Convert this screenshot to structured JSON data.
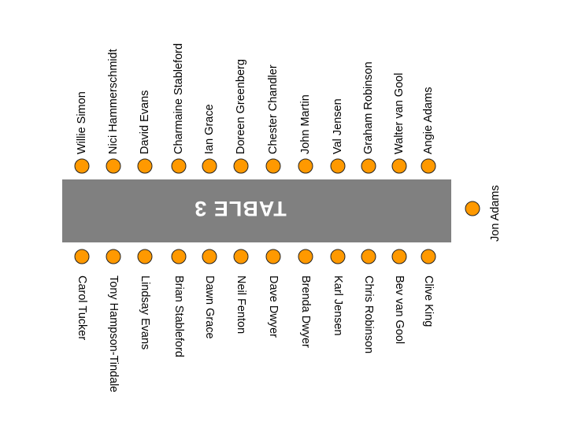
{
  "table": {
    "title": "TABLE 3",
    "color": "#808080"
  },
  "seat_color": "#ff9900",
  "top_side": [
    "Willie Simon",
    "Nici Hammerschmidt",
    "David Evans",
    "Charmaine Stableford",
    "Ian Grace",
    "Doreen Greenberg",
    "Chester Chandler",
    "John Martin",
    "Val Jensen",
    "Graham Robinson",
    "Walter van Gool",
    "Angie Adams"
  ],
  "bottom_side": [
    "Carol Tucker",
    "Tony Hampson-Tindale",
    "Lindsay Evans",
    "Brian Stableford",
    "Dawn Grace",
    "Neil Fenton",
    "Dave Dwyer",
    "Brenda Dwyer",
    "Karl Jensen",
    "Chris Robinson",
    "Bev van Gool",
    "Clive King"
  ],
  "end_seat": "Jon Adams"
}
